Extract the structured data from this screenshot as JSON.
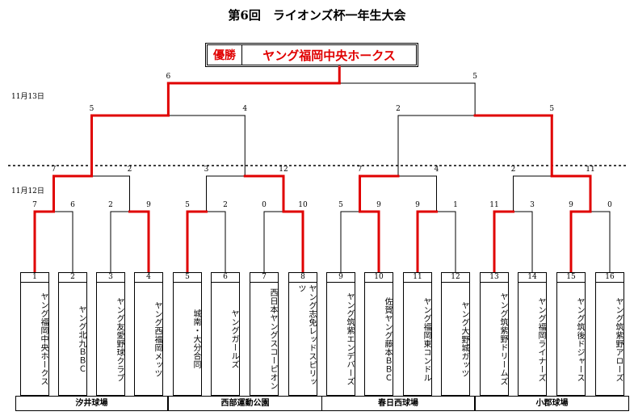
{
  "title": "第6回　ライオンズ杯一年生大会",
  "champion": {
    "label": "優勝",
    "team": "ヤング福岡中央ホークス"
  },
  "dates": {
    "final_rounds": "11月13日",
    "early_rounds": "11月12日"
  },
  "colors": {
    "winner_line": "#e00000",
    "line": "#000000"
  },
  "teams": [
    {
      "num": "1",
      "name": "ヤング福岡中央ホークス"
    },
    {
      "num": "2",
      "name": "ヤング北九ＢＢＣ"
    },
    {
      "num": "3",
      "name": "ヤング友愛野球クラブ"
    },
    {
      "num": "4",
      "name": "ヤング西福岡メッツ"
    },
    {
      "num": "5",
      "name": "城南・大分合同"
    },
    {
      "num": "6",
      "name": "ヤングガールズ"
    },
    {
      "num": "7",
      "name": "西日本ヤングスコーピオン"
    },
    {
      "num": "8",
      "name": "ヤング志免レッドスピリッツ"
    },
    {
      "num": "9",
      "name": "ヤング筑紫エンデバーズ"
    },
    {
      "num": "10",
      "name": "佐賀ヤング藤本ＢＢＣ"
    },
    {
      "num": "11",
      "name": "ヤング福岡東コンドル"
    },
    {
      "num": "12",
      "name": "ヤング大野城ガッツ"
    },
    {
      "num": "13",
      "name": "ヤング筑紫野ドリームズ"
    },
    {
      "num": "14",
      "name": "ヤング福岡ライナーズ"
    },
    {
      "num": "15",
      "name": "ヤング筑後ドジャース"
    },
    {
      "num": "16",
      "name": "ヤング筑紫野アローズ"
    }
  ],
  "venues": [
    "汐井球場",
    "西部運動公園",
    "春日西球場",
    "小郡球場"
  ],
  "results": {
    "round1": [
      [
        7,
        6
      ],
      [
        2,
        9
      ],
      [
        5,
        2
      ],
      [
        0,
        10
      ],
      [
        5,
        9
      ],
      [
        9,
        1
      ],
      [
        11,
        3
      ],
      [
        9,
        0
      ]
    ],
    "round2": [
      [
        7,
        2
      ],
      [
        3,
        12
      ],
      [
        7,
        4
      ],
      [
        2,
        11
      ]
    ],
    "round3": [
      [
        5,
        4
      ],
      [
        2,
        5
      ]
    ],
    "final": [
      6,
      5
    ]
  }
}
